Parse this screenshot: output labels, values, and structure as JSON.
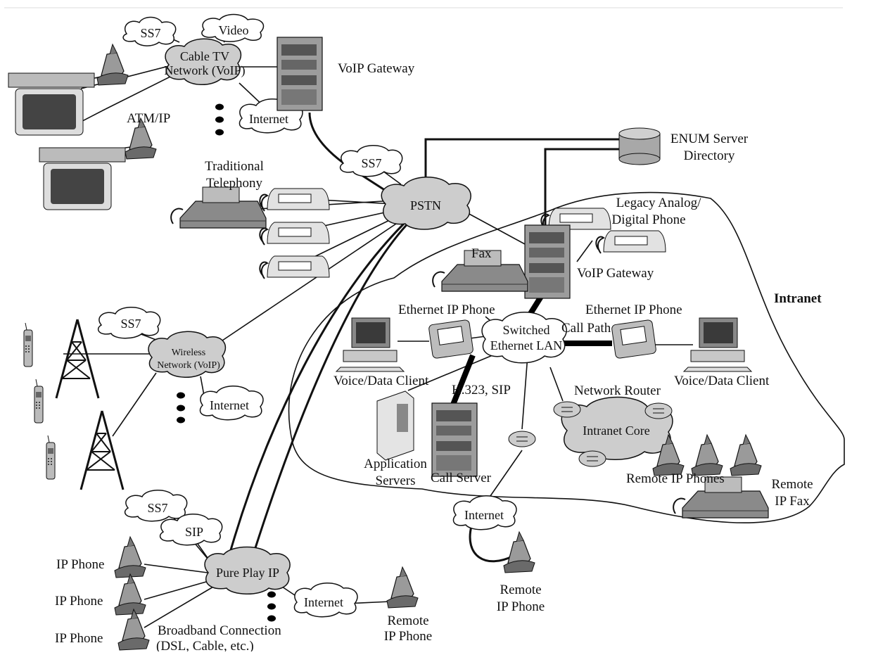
{
  "labels": {
    "voip_gateway_top": "VoIP Gateway",
    "atm_ip": "ATM/IP",
    "traditional_telephony_1": "Traditional",
    "traditional_telephony_2": "Telephony",
    "enum_1": "ENUM Server",
    "enum_2": "Directory",
    "legacy_1": "Legacy Analog/",
    "legacy_2": "Digital Phone",
    "fax": "Fax",
    "voip_gateway_intranet": "VoIP Gateway",
    "intranet": "Intranet",
    "eth_phone_left": "Ethernet IP Phone",
    "eth_phone_right": "Ethernet IP Phone",
    "call_path": "Call Path",
    "vdc_left": "Voice/Data Client",
    "vdc_right": "Voice/Data Client",
    "h323": "H.323, SIP",
    "network_router": "Network Router",
    "app_servers_1": "Application",
    "app_servers_2": "Servers",
    "call_server": "Call Server",
    "remote_ip_phones": "Remote IP Phones",
    "remote_ip_fax_1": "Remote",
    "remote_ip_fax_2": "IP Fax",
    "remote_ip_phone_mid_1": "Remote",
    "remote_ip_phone_mid_2": "IP Phone",
    "ip_phone_1": "IP Phone",
    "ip_phone_2": "IP Phone",
    "ip_phone_3": "IP Phone",
    "broadband_1": "Broadband Connection",
    "broadband_2": "(DSL, Cable, etc.)",
    "remote_ip_phone_bottom_1": "Remote",
    "remote_ip_phone_bottom_2": "IP Phone"
  },
  "clouds": {
    "ss7_cable": "SS7",
    "video": "Video",
    "cable_tv_1": "Cable TV",
    "cable_tv_2": "Network (VoIP)",
    "internet_cable": "Internet",
    "ss7_pstn": "SS7",
    "pstn": "PSTN",
    "ss7_wireless": "SS7",
    "wireless_1": "Wireless",
    "wireless_2": "Network (VoIP)",
    "internet_wireless": "Internet",
    "switched_1": "Switched",
    "switched_2": "Ethernet LAN",
    "intranet_core": "Intranet Core",
    "internet_mid": "Internet",
    "ss7_pure": "SS7",
    "sip_pure": "SIP",
    "pure_play": "Pure Play IP",
    "internet_pure": "Internet"
  }
}
